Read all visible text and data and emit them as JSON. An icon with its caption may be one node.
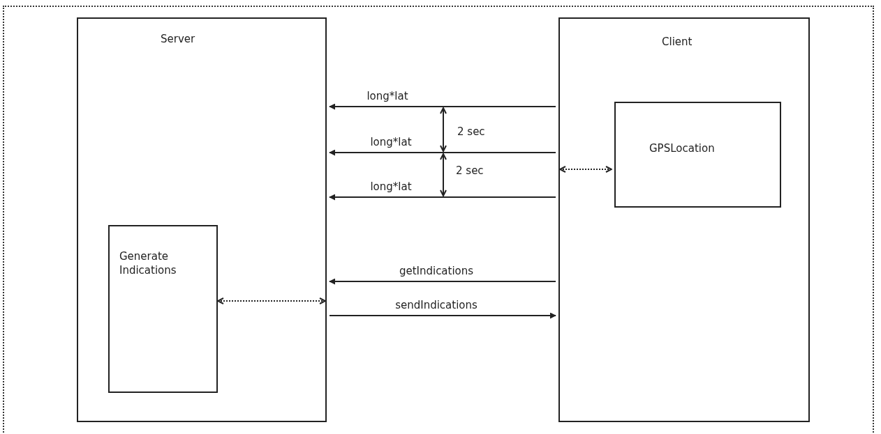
{
  "diagram": {
    "nodes": [
      {
        "text": [
          "Server"
        ]
      },
      {
        "text": [
          "Client"
        ]
      },
      {
        "text": [
          "GPSLocation"
        ],
        "in": 1
      },
      {
        "text": [
          "Generate Indications"
        ],
        "in": 0
      }
    ],
    "edges": [
      {
        "from": 1,
        "to": 0,
        "arrow": "to",
        "label": "long*lat"
      },
      {
        "from": 1,
        "to": 0,
        "arrow": "to",
        "label": "long*lat"
      },
      {
        "from": 1,
        "to": 0,
        "arrow": "to",
        "label": "long*lat"
      },
      {
        "from": 1,
        "to": 2,
        "arrow": "both",
        "style": "dashed"
      },
      {
        "from": 1,
        "to": 0,
        "arrow": "to",
        "label": "getIndications"
      },
      {
        "from": 3,
        "to": 0,
        "arrow": "both",
        "style": "dashed"
      },
      {
        "from": 0,
        "to": 1,
        "arrow": "to",
        "label": "sendIndications"
      }
    ],
    "labels": [
      "2 sec",
      "2 sec"
    ]
  }
}
